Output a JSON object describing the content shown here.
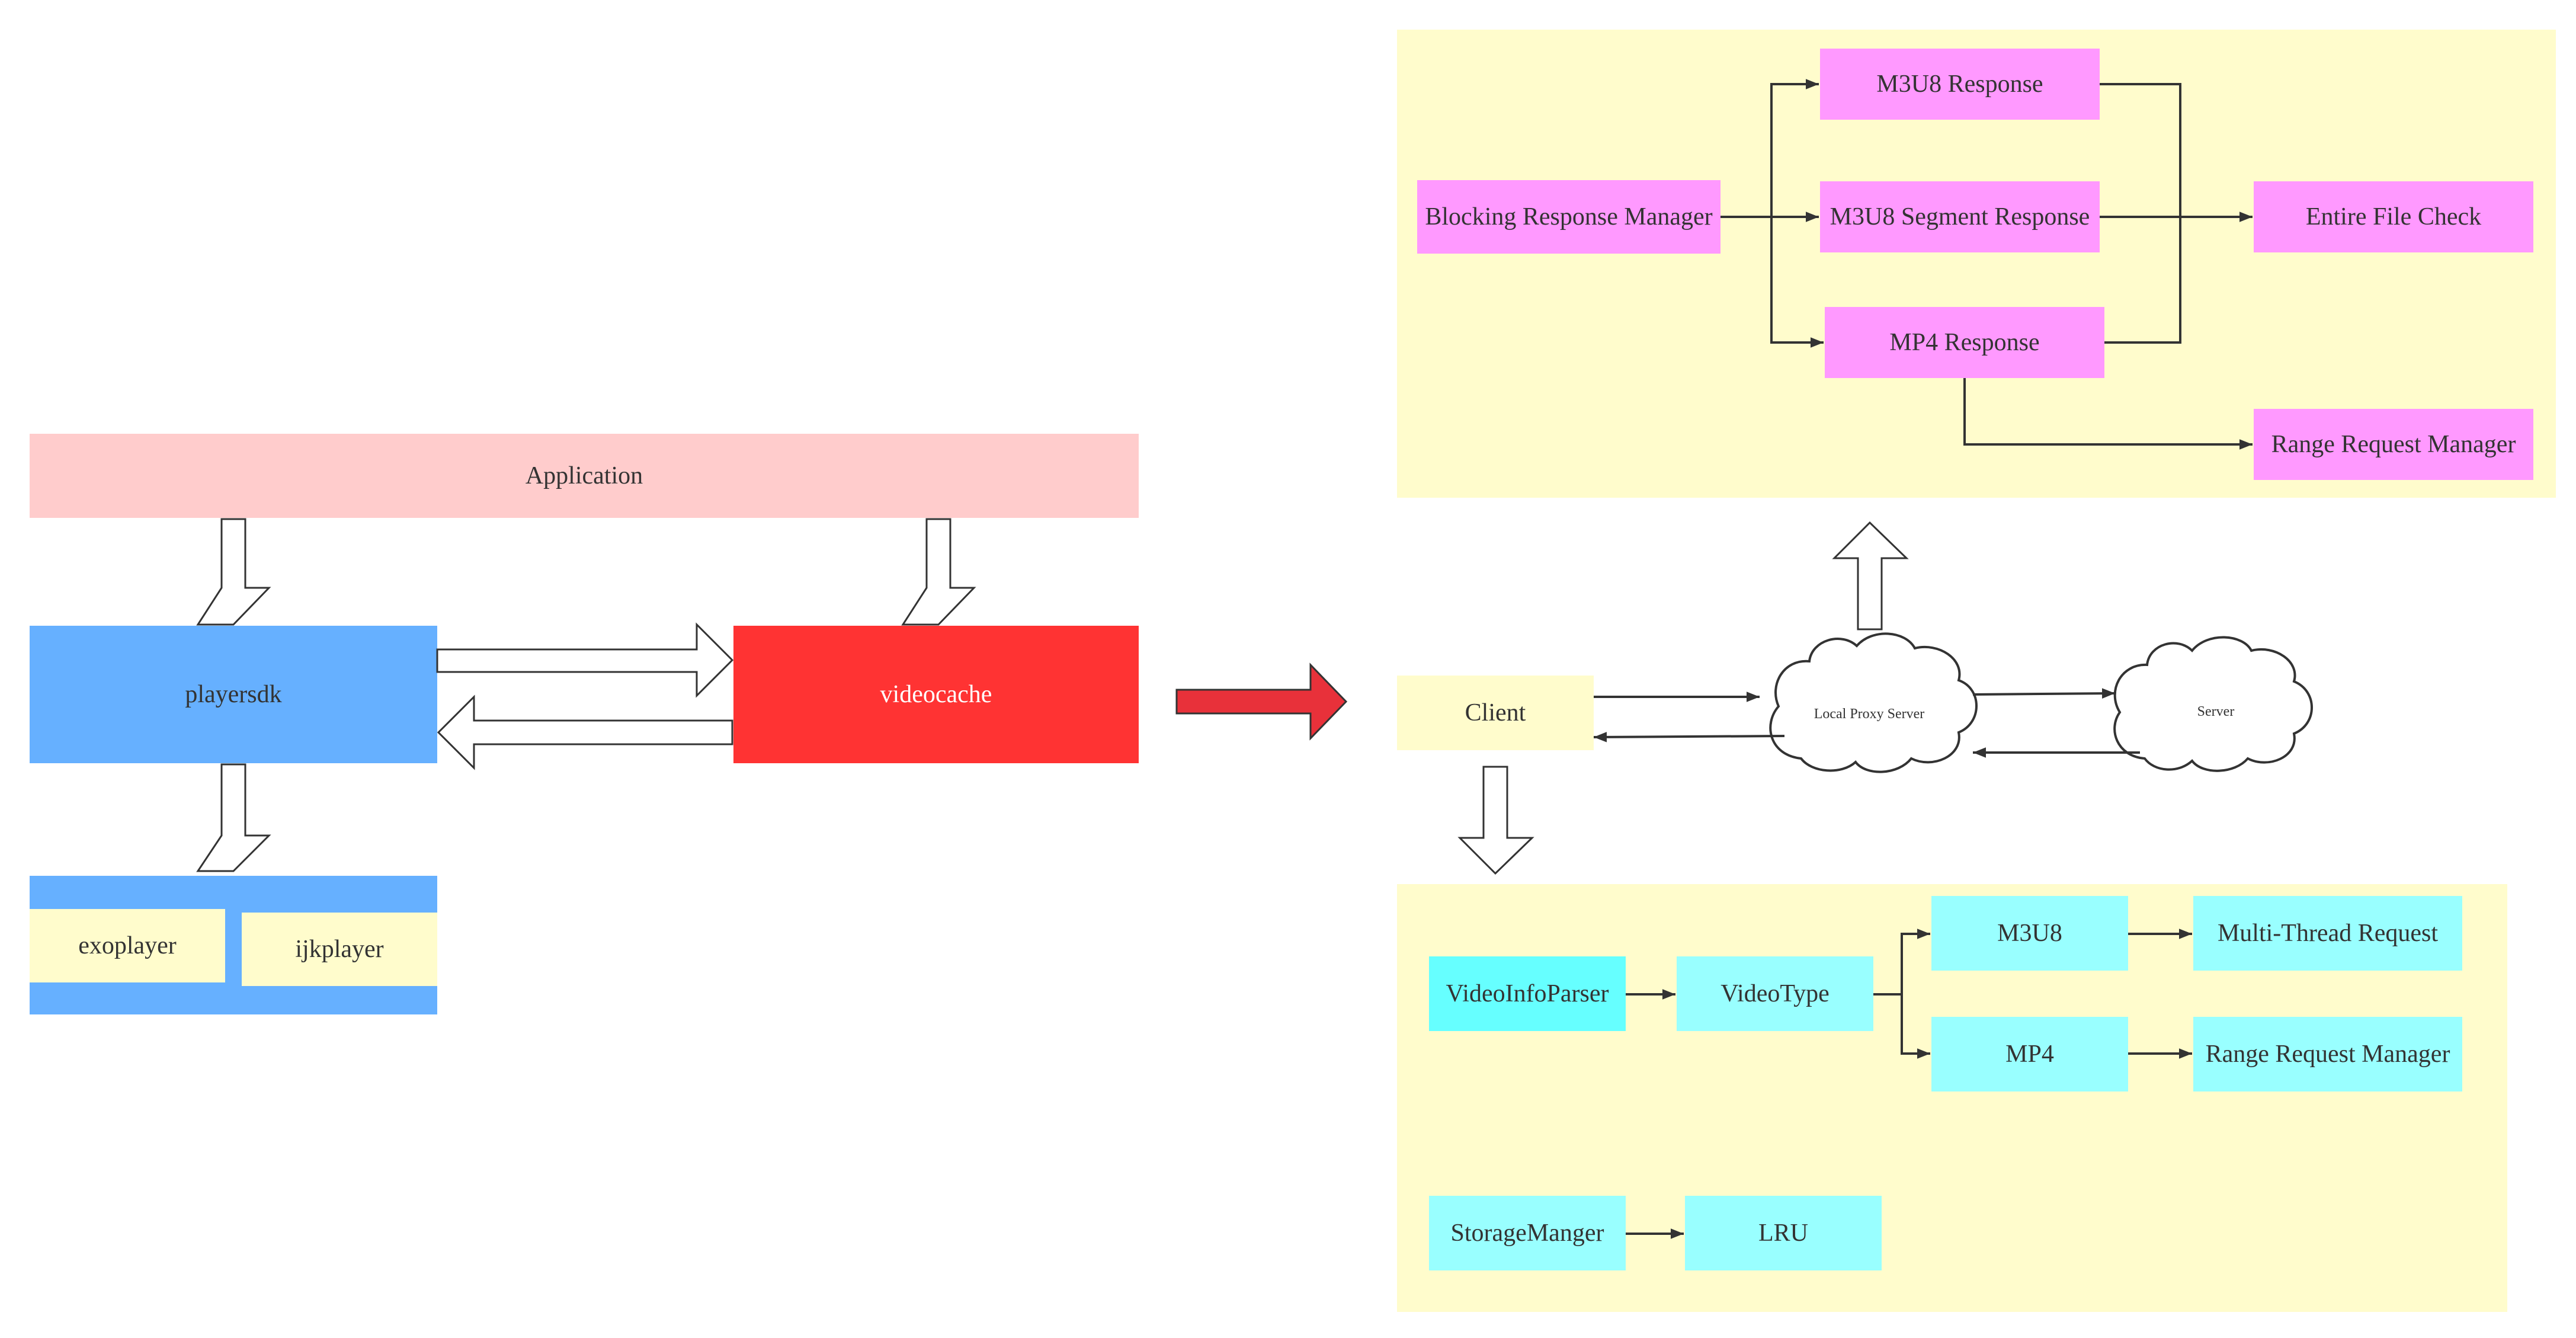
{
  "colors": {
    "application": "#ffcccc",
    "player": "#66b0ff",
    "videocache": "#ff3333",
    "pale_yellow": "#fffccc",
    "magenta": "#ff99ff",
    "cyan": "#99ffff",
    "cyan_dark": "#66ffff",
    "red_arrow": "#e8313a",
    "line": "#333333"
  },
  "left": {
    "application": "Application",
    "playersdk": "playersdk",
    "videocache": "videocache",
    "exoplayer": "exoplayer",
    "ijkplayer": "ijkplayer"
  },
  "response": {
    "blocking": "Blocking Response Manager",
    "m3u8": "M3U8 Response",
    "m3u8_segment": "M3U8 Segment Response",
    "mp4": "MP4 Response",
    "entire_file": "Entire File Check",
    "range": "Range Request Manager"
  },
  "network": {
    "client": "Client",
    "local_proxy": "Local Proxy Server",
    "server": "Server"
  },
  "storage": {
    "parser": "VideoInfoParser",
    "videotype": "VideoType",
    "m3u8": "M3U8",
    "mp4": "MP4",
    "multithread": "Multi-Thread Request",
    "range": "Range Request Manager",
    "storage_manager": "StorageManger",
    "lru": "LRU"
  }
}
